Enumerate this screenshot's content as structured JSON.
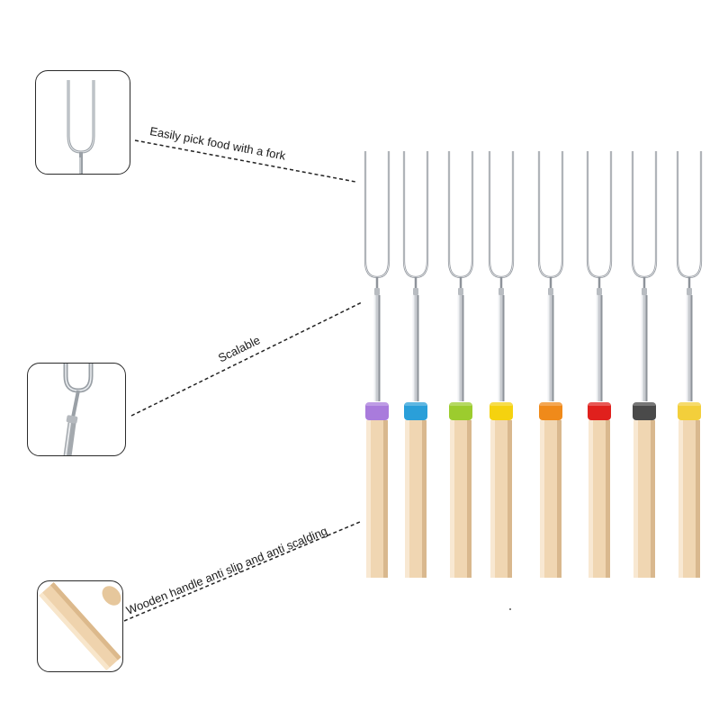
{
  "callouts": {
    "fork": {
      "label": "Easily pick food with a fork",
      "icon": "fork-tip-icon"
    },
    "scalable": {
      "label": "Scalable",
      "icon": "telescopic-rod-icon"
    },
    "handle": {
      "label": "Wooden handle anti slip and anti scalding",
      "icon": "wooden-handle-icon"
    }
  },
  "skewers": [
    {
      "color": "purple",
      "hex": "#a97bdc"
    },
    {
      "color": "blue",
      "hex": "#2a9fd9"
    },
    {
      "color": "green",
      "hex": "#9ccc2e"
    },
    {
      "color": "yellow",
      "hex": "#f5d20f"
    },
    {
      "color": "orange",
      "hex": "#f08a1a"
    },
    {
      "color": "red",
      "hex": "#e0201d"
    },
    {
      "color": "dark-gray",
      "hex": "#4a4a4a"
    },
    {
      "color": "light-yellow",
      "hex": "#f3cf3b"
    }
  ],
  "colors": {
    "wood": "#f0d6b2",
    "wood_shade": "#d9b88e",
    "steel": "#c9ccd1",
    "steel_dark": "#8e939a"
  }
}
